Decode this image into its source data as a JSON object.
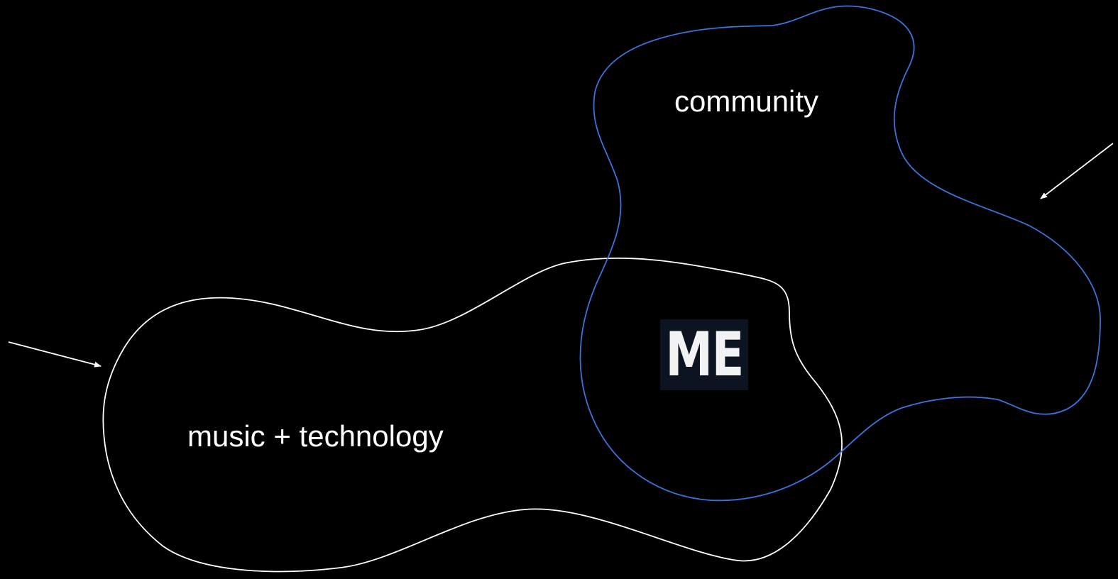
{
  "diagram": {
    "background_color": "#000000",
    "regions": [
      {
        "id": "community",
        "label": "community",
        "outline_color": "#3b73d9"
      },
      {
        "id": "music-technology",
        "label": "music + technology",
        "outline_color": "#ffffff"
      }
    ],
    "center_badge": {
      "text": "ME",
      "background_color": "#0b1420",
      "text_color": "#f2f2f2"
    },
    "arrows": [
      {
        "id": "arrow-left",
        "points_to": "music-technology",
        "color": "#ffffff"
      },
      {
        "id": "arrow-right",
        "points_to": "community",
        "color": "#ffffff"
      }
    ]
  }
}
